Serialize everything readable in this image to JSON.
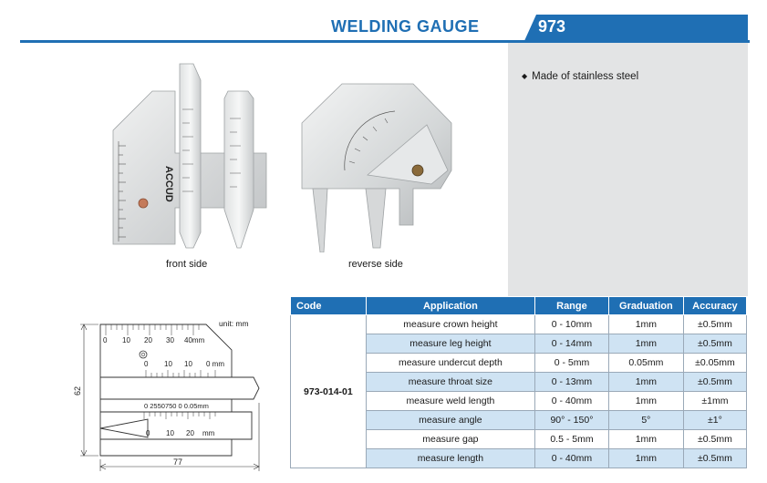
{
  "header": {
    "title": "WELDING GAUGE",
    "code": "973"
  },
  "features": [
    {
      "text": "Made of stainless steel"
    }
  ],
  "photos": {
    "front_caption": "front side",
    "reverse_caption": "reverse side",
    "brand": "ACCUD"
  },
  "diagram": {
    "unit": "unit: mm",
    "height_dim": "62",
    "width_dim": "77",
    "top_ticks": [
      "0",
      "10",
      "20",
      "30",
      "40mm"
    ],
    "mid_ticks": [
      "0",
      "10",
      "10",
      "0 mm"
    ],
    "lower_ticks": "0  2550750 0  0.05mm",
    "bottom_ticks": [
      "0",
      "10",
      "20",
      "mm"
    ]
  },
  "table": {
    "headers": [
      "Code",
      "Application",
      "Range",
      "Graduation",
      "Accuracy"
    ],
    "code": "973-014-01",
    "rows": [
      {
        "application": "measure crown height",
        "range": "0 - 10mm",
        "graduation": "1mm",
        "accuracy": "±0.5mm"
      },
      {
        "application": "measure leg height",
        "range": "0 - 14mm",
        "graduation": "1mm",
        "accuracy": "±0.5mm"
      },
      {
        "application": "measure undercut depth",
        "range": "0 - 5mm",
        "graduation": "0.05mm",
        "accuracy": "±0.05mm"
      },
      {
        "application": "measure throat size",
        "range": "0 - 13mm",
        "graduation": "1mm",
        "accuracy": "±0.5mm"
      },
      {
        "application": "measure weld length",
        "range": "0 - 40mm",
        "graduation": "1mm",
        "accuracy": "±1mm"
      },
      {
        "application": "measure angle",
        "range": "90° - 150°",
        "graduation": "5°",
        "accuracy": "±1°"
      },
      {
        "application": "measure gap",
        "range": "0.5 - 5mm",
        "graduation": "1mm",
        "accuracy": "±0.5mm"
      },
      {
        "application": "measure length",
        "range": "0 - 40mm",
        "graduation": "1mm",
        "accuracy": "±0.5mm"
      }
    ]
  },
  "colors": {
    "brand_blue": "#1f6fb4",
    "alt_row": "#cfe3f3",
    "panel_gray": "#e3e4e5"
  }
}
